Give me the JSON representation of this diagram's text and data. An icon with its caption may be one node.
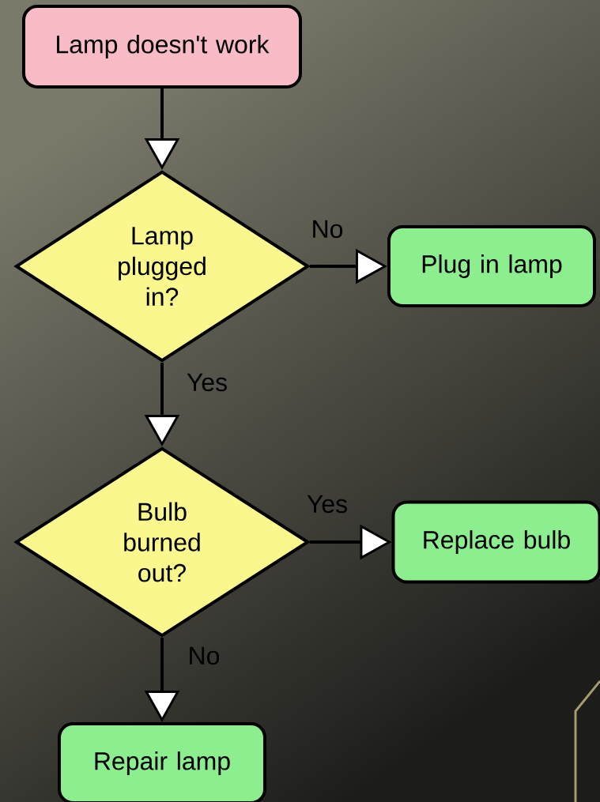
{
  "diagram": {
    "nodes": [
      {
        "text": [
          "Lamp doesn't work"
        ]
      },
      {
        "text": [
          "Lamp plugged in?"
        ]
      },
      {
        "text": [
          "Plug in lamp"
        ]
      },
      {
        "text": [
          "Bulb burned out?"
        ]
      },
      {
        "text": [
          "Replace bulb"
        ]
      },
      {
        "text": [
          "Repair lamp"
        ]
      }
    ],
    "edges": [
      {
        "from": 0,
        "to": 1,
        "arrow": "to"
      },
      {
        "from": 1,
        "to": 2,
        "arrow": "to",
        "label": "No"
      },
      {
        "from": 1,
        "to": 3,
        "arrow": "to",
        "label": "Yes"
      },
      {
        "from": 3,
        "to": 4,
        "arrow": "to",
        "label": "Yes"
      },
      {
        "from": 3,
        "to": 5,
        "arrow": "to",
        "label": "No"
      }
    ]
  }
}
